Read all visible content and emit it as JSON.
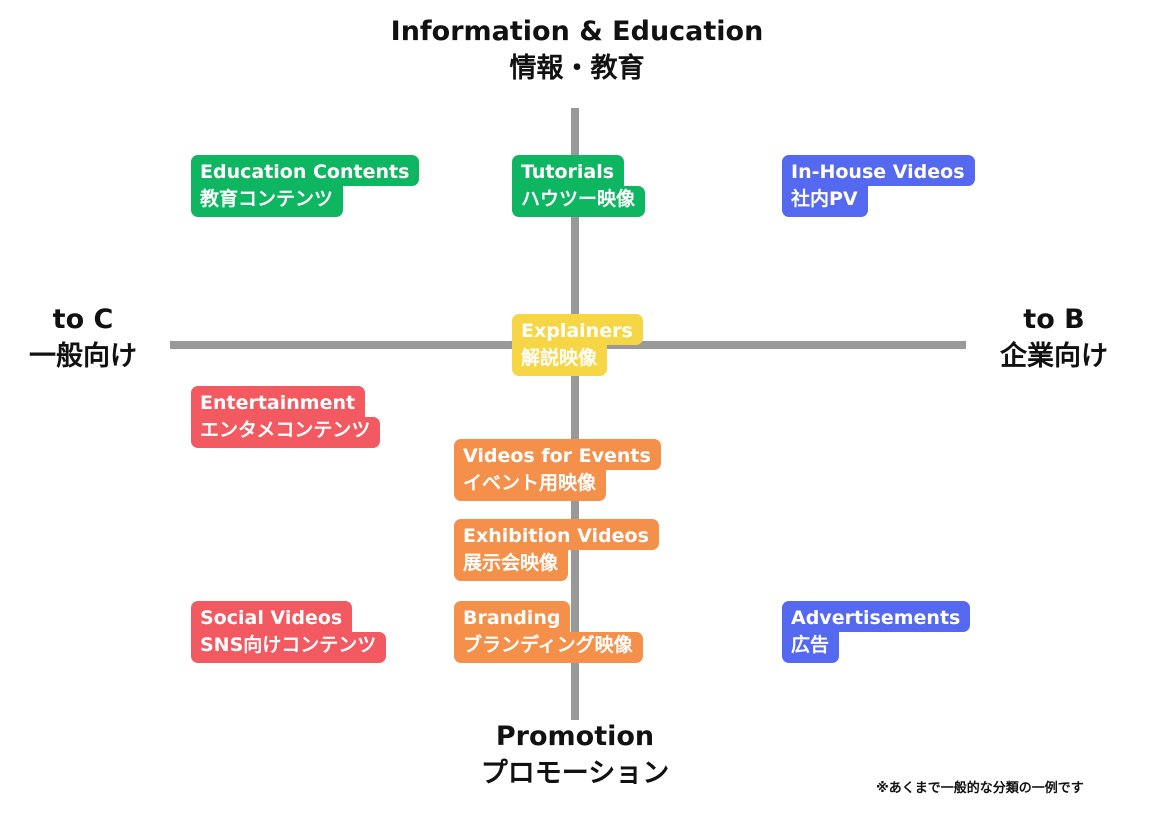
{
  "axes": {
    "top": {
      "en": "Information & Education",
      "ja": "情報・教育"
    },
    "left": {
      "en": "to C",
      "ja": "一般向け"
    },
    "right": {
      "en": "to B",
      "ja": "企業向け"
    },
    "bottom": {
      "en": "Promotion",
      "ja": "プロモーション"
    }
  },
  "note": "※あくまで一般的な分類の一例です",
  "tags": {
    "education": {
      "en": "Education Contents",
      "ja": "教育コンテンツ"
    },
    "tutorials": {
      "en": "Tutorials",
      "ja": "ハウツー映像"
    },
    "inhouse": {
      "en": "In-House Videos",
      "ja": "社内PV"
    },
    "explainers": {
      "en": "Explainers",
      "ja": "解説映像"
    },
    "entertainment": {
      "en": "Entertainment",
      "ja": "エンタメコンテンツ"
    },
    "events": {
      "en": "Videos for Events",
      "ja": "イベント用映像"
    },
    "exhibition": {
      "en": "Exhibition Videos",
      "ja": "展示会映像"
    },
    "social": {
      "en": "Social Videos",
      "ja": "SNS向けコンテンツ"
    },
    "branding": {
      "en": "Branding",
      "ja": "ブランディング映像"
    },
    "advertisements": {
      "en": "Advertisements",
      "ja": "広告"
    }
  },
  "colors": {
    "green": "#0fb661",
    "blue": "#5468f0",
    "yellow": "#f7d646",
    "red": "#f25960",
    "orange": "#f5904a",
    "axis": "#999999"
  }
}
